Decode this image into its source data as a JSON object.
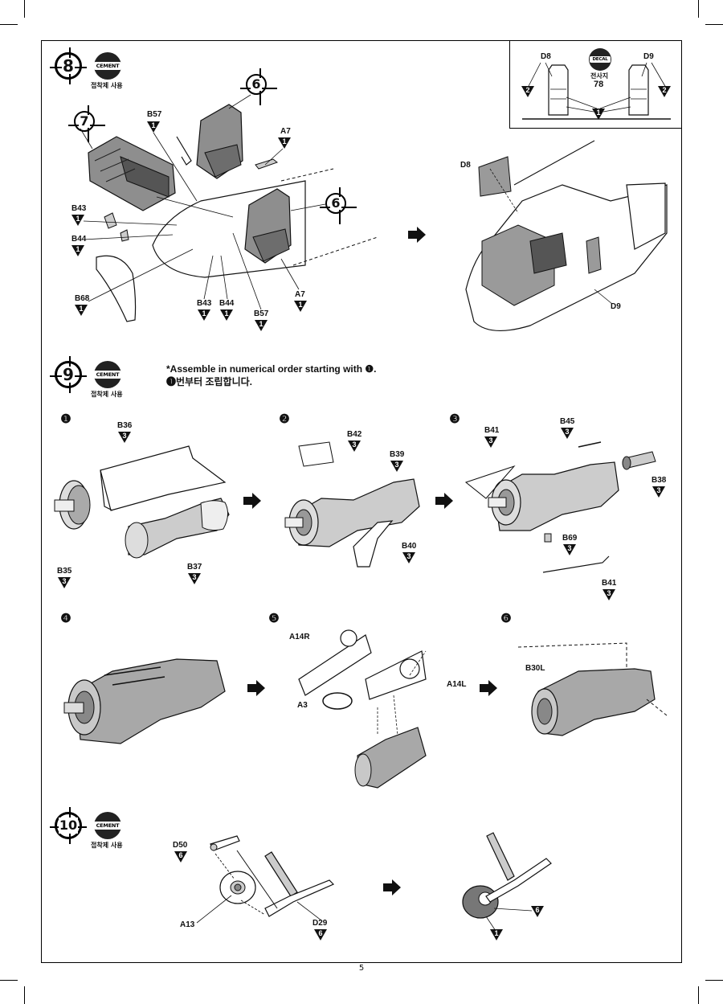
{
  "page": {
    "number": "5"
  },
  "steps": {
    "s8": {
      "num": "8",
      "cement_label": "CEMENT",
      "cement_note": "접착제 사용"
    },
    "s9": {
      "num": "9",
      "cement_label": "CEMENT",
      "cement_note": "접착제 사용",
      "note_line1": "*Assemble in numerical order starting with ❶.",
      "note_line2": "❶번부터 조립합니다."
    },
    "s10": {
      "num": "10",
      "cement_label": "CEMENT",
      "cement_note": "접착제 사용"
    }
  },
  "decal": {
    "badge": "DECAL",
    "note": "전사지",
    "sheet": "78",
    "left_id": "D8",
    "right_id": "D9",
    "qty_2": "2",
    "qty_1": "1"
  },
  "step8_parts": {
    "p6_top": "6",
    "p6_mid": "6",
    "p7": "7",
    "B57_top": "B57",
    "A7_top": "A7",
    "B43_left": "B43",
    "B44_left": "B44",
    "B68": "B68",
    "B43_bot": "B43",
    "B44_bot": "B44",
    "B57_bot": "B57",
    "A7_bot": "A7",
    "D8": "D8",
    "D9": "D9",
    "qty": "1"
  },
  "step9_sub": {
    "s1": "❶",
    "s2": "❷",
    "s3": "❸",
    "s4": "❹",
    "s5": "❺",
    "s6": "❻",
    "B36": "B36",
    "B35": "B35",
    "B37": "B37",
    "B42": "B42",
    "B39": "B39",
    "B40": "B40",
    "B41_top": "B41",
    "B45": "B45",
    "B38": "B38",
    "B69": "B69",
    "B41_bot": "B41",
    "A14R": "A14R",
    "A3": "A3",
    "A14L": "A14L",
    "B30L": "B30L",
    "qty": "3"
  },
  "step10_parts": {
    "D50": "D50",
    "A13": "A13",
    "D29": "D29",
    "qty6": "6",
    "qty1": "1"
  },
  "colors": {
    "ink": "#111111",
    "part_fill": "#9a9a9a",
    "part_dark": "#5a5a5a",
    "part_light": "#cfcfcf"
  }
}
